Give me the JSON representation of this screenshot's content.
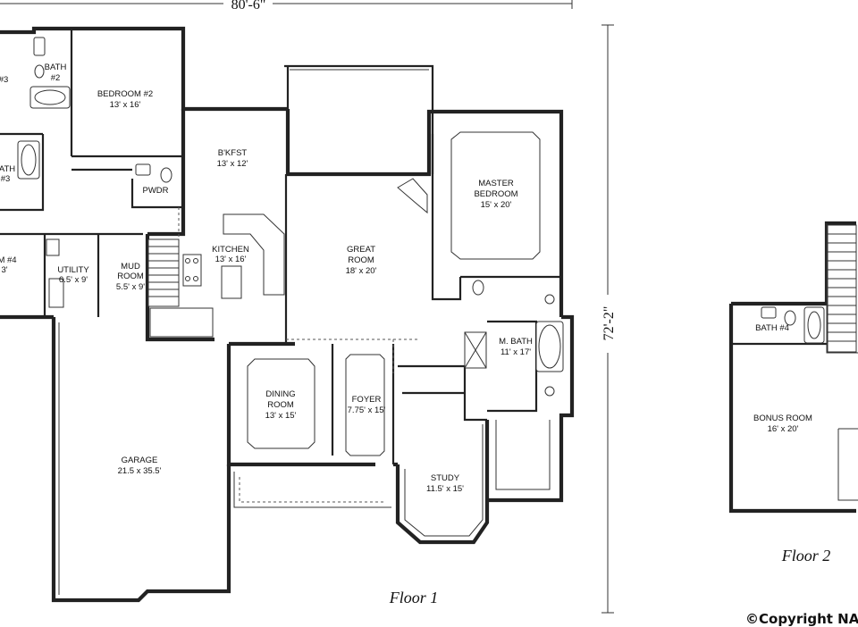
{
  "dimensions": {
    "width_label": "80'-6\"",
    "depth_label": "72'-2\""
  },
  "floor1": {
    "label": "Floor 1",
    "rooms": {
      "bedroom3": {
        "name": "#3",
        "size": ""
      },
      "bath2": {
        "name": "BATH",
        "name2": "#2"
      },
      "bedroom2": {
        "name": "BEDROOM #2",
        "size": "13' x 16'"
      },
      "bath3": {
        "name": "ATH",
        "name2": "#3"
      },
      "bedroom4": {
        "name": "M #4",
        "size": "3'"
      },
      "bkfst": {
        "name": "B'KFST",
        "size": "13' x 12'"
      },
      "pwdr": {
        "name": "PWDR"
      },
      "kitchen": {
        "name": "KITCHEN",
        "size": "13' x 16'"
      },
      "utility": {
        "name": "UTILITY",
        "size": "6.5' x 9'"
      },
      "mud": {
        "name": "MUD",
        "name2": "ROOM",
        "size": "5.5' x 9'"
      },
      "great": {
        "name": "GREAT",
        "name2": "ROOM",
        "size": "18' x 20'"
      },
      "master": {
        "name": "MASTER",
        "name2": "BEDROOM",
        "size": "15' x 20'"
      },
      "mbath": {
        "name": "M. BATH",
        "size": "11' x 17'"
      },
      "dining": {
        "name": "DINING",
        "name2": "ROOM",
        "size": "13' x 15'"
      },
      "foyer": {
        "name": "FOYER",
        "size": "7.75' x 15'"
      },
      "garage": {
        "name": "GARAGE",
        "size": "21.5 x 35.5'"
      },
      "study": {
        "name": "STUDY",
        "size": "11.5' x 15'"
      }
    }
  },
  "floor2": {
    "label": "Floor 2",
    "rooms": {
      "bath4": {
        "name": "BATH #4"
      },
      "bonus": {
        "name": "BONUS ROOM",
        "size": "16' x 20'"
      }
    }
  },
  "copyright": "©Copyright NA"
}
